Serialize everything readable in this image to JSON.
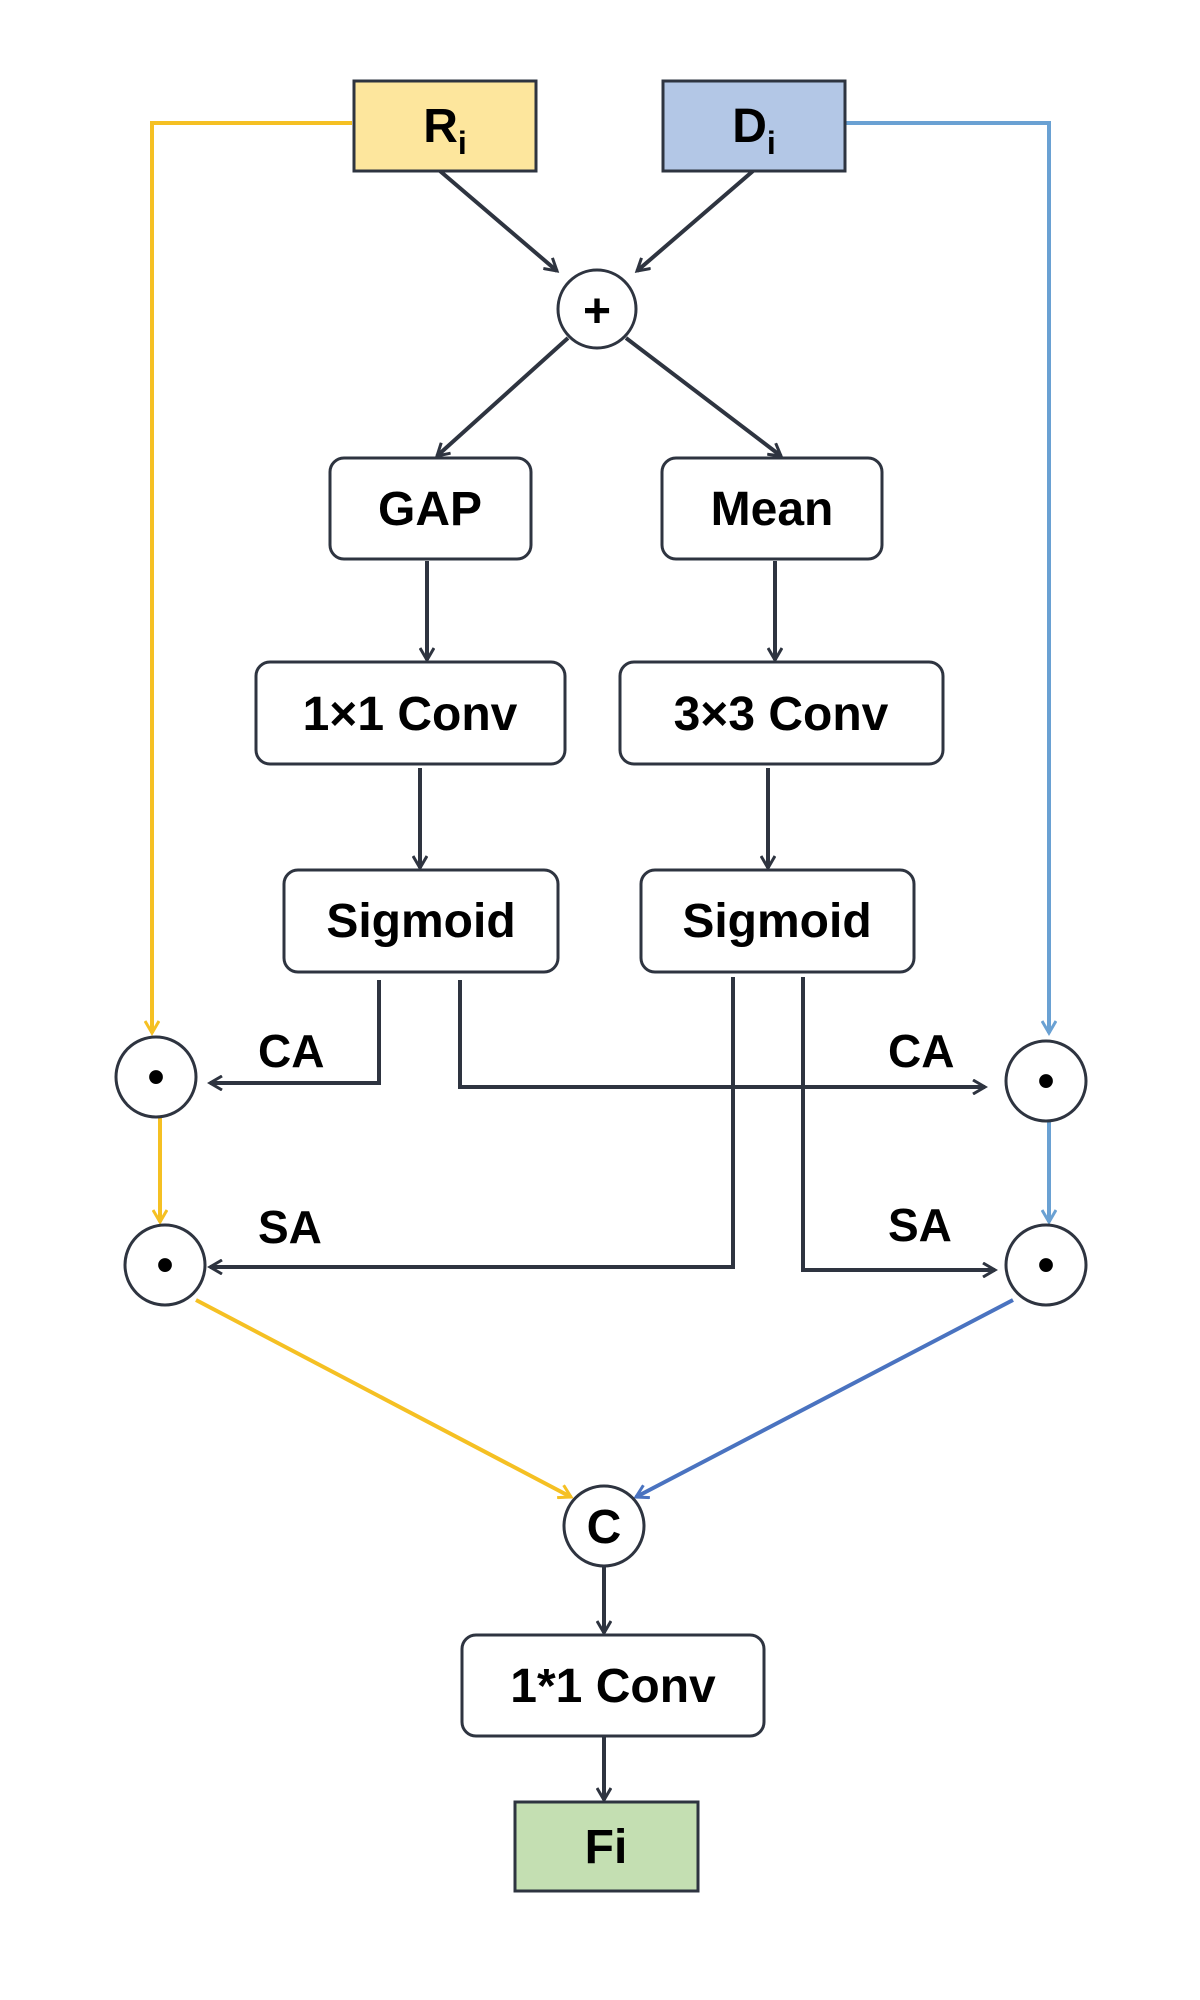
{
  "colors": {
    "dark": "#2e3440",
    "rgb_stream": "#f5c023",
    "depth_stream_upper": "#6aa1d3",
    "depth_stream_lower": "#4a73c0",
    "rgb_fill": "#fde69d",
    "depth_fill": "#b3c7e6",
    "output_fill": "#c4dfb2"
  },
  "inputs": {
    "rgb": {
      "main": "R",
      "sub": "i"
    },
    "depth": {
      "main": "D",
      "sub": "i"
    }
  },
  "ops": {
    "add": "+",
    "multiply": "•",
    "concat": "C"
  },
  "channel_branch": {
    "pool": "GAP",
    "conv": "1×1 Conv",
    "activation": "Sigmoid"
  },
  "spatial_branch": {
    "pool": "Mean",
    "conv": "3×3 Conv",
    "activation": "Sigmoid"
  },
  "labels": {
    "ca_left": "CA",
    "ca_right": "CA",
    "sa_left": "SA",
    "sa_right": "SA"
  },
  "fusion": {
    "conv": "1*1 Conv",
    "output": "Fi"
  }
}
